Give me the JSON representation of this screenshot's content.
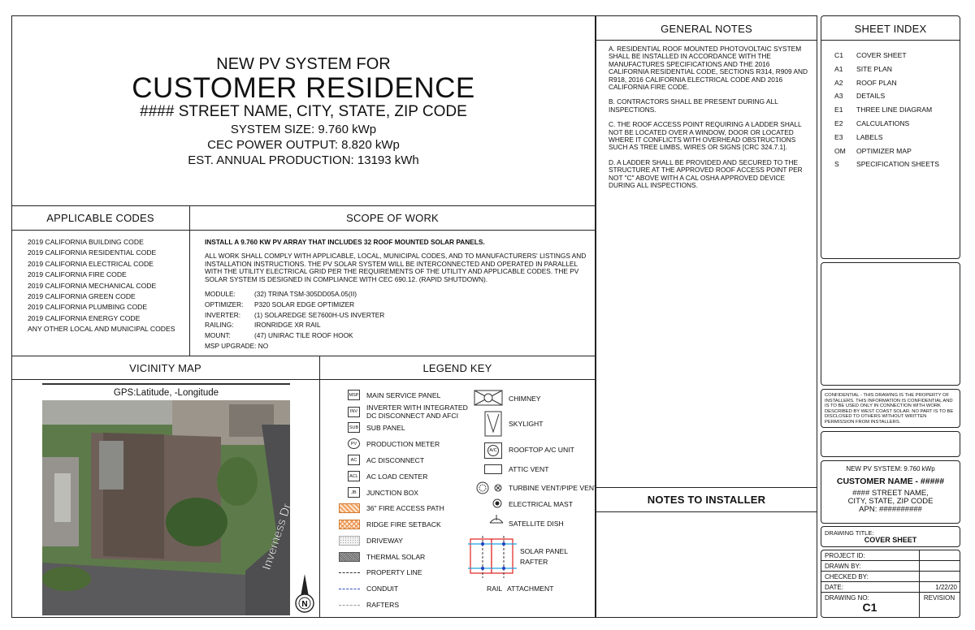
{
  "header": {
    "line1": "NEW PV SYSTEM FOR",
    "line2": "CUSTOMER RESIDENCE",
    "line3": "#### STREET NAME, CITY, STATE, ZIP CODE",
    "system_size": "SYSTEM SIZE: 9.760 kWp",
    "cec_output": "CEC POWER OUTPUT: 8.820 kWp",
    "annual_production": "EST. ANNUAL PRODUCTION: 13193 kWh"
  },
  "applicable_codes": {
    "title": "APPLICABLE CODES",
    "items": [
      "2019 CALIFORNIA BUILDING CODE",
      "2019 CALIFORNIA RESIDENTIAL CODE",
      "2019 CALIFORNIA ELECTRICAL CODE",
      "2019 CALIFORNIA FIRE CODE",
      "2019 CALIFORNIA MECHANICAL CODE",
      "2019 CALIFORNIA GREEN CODE",
      "2019 CALIFORNIA PLUMBING CODE",
      "2019 CALIFORNIA ENERGY CODE",
      "ANY OTHER LOCAL AND MUNICIPAL CODES"
    ]
  },
  "scope": {
    "title": "SCOPE OF WORK",
    "headline": "INSTALL A 9.760 KW PV ARRAY THAT INCLUDES 32 ROOF MOUNTED SOLAR PANELS.",
    "paragraph": "ALL WORK SHALL COMPLY WITH APPLICABLE, LOCAL, MUNICIPAL CODES, AND TO MANUFACTURERS' LISTINGS AND INSTALLATION INSTRUCTIONS. THE PV SOLAR SYSTEM WILL BE INTERCONNECTED AND OPERATED IN PARALLEL WITH THE UTILITY ELECTRICAL GRID PER THE REQUIREMENTS OF THE UTILITY AND APPLICABLE CODES. THE PV SOLAR SYSTEM IS DESIGNED IN COMPLIANCE WITH CEC 690.12. (RAPID SHUTDOWN).",
    "specs": [
      {
        "label": "MODULE:",
        "value": "(32) TRINA TSM-305DD05A.05(II)"
      },
      {
        "label": "OPTIMIZER:",
        "value": "P320 SOLAR EDGE OPTIMIZER"
      },
      {
        "label": "INVERTER:",
        "value": "(1) SOLAREDGE SE7600H-US INVERTER"
      },
      {
        "label": "RAILING:",
        "value": "IRONRIDGE XR RAIL"
      },
      {
        "label": "MOUNT:",
        "value": "(47) UNIRAC TILE ROOF HOOK"
      }
    ],
    "msp_upgrade": "MSP UPGRADE:  NO"
  },
  "general_notes": {
    "title": "GENERAL NOTES",
    "notes": [
      "A. RESIDENTIAL ROOF MOUNTED PHOTOVOLTAIC SYSTEM SHALL BE INSTALLED IN ACCORDANCE WITH THE MANUFACTURES SPECIFICATIONS AND THE 2016 CALIFORNIA RESIDENTIAL CODE, SECTIONS R314, R909 AND R918, 2016 CALIFORNIA ELECTRICAL CODE AND 2016 CALIFORNIA FIRE CODE.",
      "B. CONTRACTORS SHALL BE PRESENT DURING ALL INSPECTIONS.",
      "C. THE ROOF ACCESS POINT REQUIRING A LADDER SHALL NOT BE LOCATED OVER A WINDOW, DOOR OR LOCATED WHERE IT CONFLICTS WITH OVERHEAD OBSTRUCTIONS SUCH AS TREE LIMBS, WIRES OR SIGNS [CRC 324.7.1].",
      "D. A LADDER SHALL BE PROVIDED AND SECURED TO THE STRUCTURE AT THE APPROVED ROOF ACCESS POINT PER NOT \"C\" ABOVE WITH A CAL OSHA APPROVED DEVICE DURING ALL INSPECTIONS."
    ]
  },
  "notes_to_installer": {
    "title": "NOTES TO INSTALLER"
  },
  "sheet_index": {
    "title": "SHEET INDEX",
    "items": [
      {
        "code": "C1",
        "name": "COVER SHEET"
      },
      {
        "code": "A1",
        "name": "SITE PLAN"
      },
      {
        "code": "A2",
        "name": "ROOF PLAN"
      },
      {
        "code": "A3",
        "name": "DETAILS"
      },
      {
        "code": "E1",
        "name": "THREE LINE DIAGRAM"
      },
      {
        "code": "E2",
        "name": "CALCULATIONS"
      },
      {
        "code": "E3",
        "name": "LABELS"
      },
      {
        "code": "OM",
        "name": "OPTIMIZER MAP"
      },
      {
        "code": "S",
        "name": "SPECIFICATION SHEETS"
      }
    ]
  },
  "vicinity": {
    "title": "VICINITY MAP",
    "gps": "GPS:Latitude, -Longitude",
    "street": "Inverness Dr",
    "compass": "N"
  },
  "legend": {
    "title": "LEGEND KEY",
    "left": [
      {
        "abbr": "MSP",
        "label": "MAIN SERVICE PANEL"
      },
      {
        "abbr": "INV",
        "label": "INVERTER WITH INTEGRATED DC DISCONNECT AND AFCI"
      },
      {
        "abbr": "SUB",
        "label": "SUB PANEL"
      },
      {
        "abbr": "PV",
        "label": "PRODUCTION METER"
      },
      {
        "abbr": "AC",
        "label": "AC DISCONNECT"
      },
      {
        "abbr": "ACL",
        "label": "AC LOAD CENTER"
      },
      {
        "abbr": "JB",
        "label": "JUNCTION BOX"
      },
      {
        "abbr": "",
        "label": "36\" FIRE ACCESS PATH"
      },
      {
        "abbr": "",
        "label": "RIDGE FIRE SETBACK"
      },
      {
        "abbr": "",
        "label": "DRIVEWAY"
      },
      {
        "abbr": "",
        "label": "THERMAL SOLAR"
      },
      {
        "abbr": "",
        "label": "PROPERTY LINE"
      },
      {
        "abbr": "",
        "label": "CONDUIT"
      },
      {
        "abbr": "",
        "label": "RAFTERS"
      }
    ],
    "right": [
      {
        "label": "CHIMNEY"
      },
      {
        "label": "SKYLIGHT"
      },
      {
        "abbr": "A/C",
        "label": "ROOFTOP A/C UNIT"
      },
      {
        "label": "ATTIC VENT"
      },
      {
        "label": "TURBINE VENT/PIPE VENT"
      },
      {
        "label": "ELECTRICAL MAST"
      },
      {
        "label": "SATELLITE DISH"
      }
    ],
    "panel_labels": {
      "solar_panel": "SOLAR PANEL",
      "rafter": "RAFTER",
      "rail": "RAIL",
      "attachment": "ATTACHMENT"
    }
  },
  "confidential": "CONFIDENTIAL - THIS DRAWING IS THE PROPERTY OF INSTALLERS. THIS INFORMATION IS CONFIDENTIAL AND IS TO BE USED ONLY IN CONNECTION WITH WORK DESCRIBED BY WEST COAST SOLAR. NO PART IS TO BE DISCLOSED TO OTHERS WITHOUT WRITTEN PERMISSION FROM INSTALLERS.",
  "project_box": {
    "system": "NEW PV SYSTEM: 9.760 kWp",
    "customer": "CUSTOMER NAME - #####",
    "address1": "#### STREET NAME,",
    "address2": "CITY, STATE, ZIP CODE",
    "apn": "APN: ##########"
  },
  "title_block": {
    "drawing_title_label": "DRAWING TITLE:",
    "drawing_title": "COVER SHEET",
    "project_id": "PROJECT ID:",
    "drawn_by": "DRAWN BY:",
    "checked_by": "CHECKED BY:",
    "date_label": "DATE:",
    "date": "1/22/20",
    "drawing_no_label": "DRAWING NO:",
    "drawing_no": "C1",
    "revision": "REVISION"
  }
}
